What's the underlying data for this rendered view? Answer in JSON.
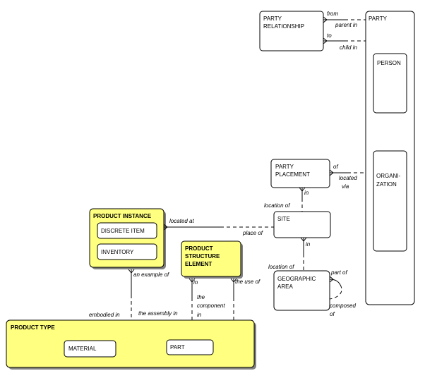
{
  "entities": {
    "party_relationship": [
      "PARTY",
      "RELATIONSHIP"
    ],
    "party": "PARTY",
    "person": "PERSON",
    "organization": [
      "ORGANI-",
      "ZATION"
    ],
    "party_placement": [
      "PARTY",
      "PLACEMENT"
    ],
    "site": "SITE",
    "geographic_area": [
      "GEOGRAPHIC",
      "AREA"
    ],
    "product_instance": "PRODUCT INSTANCE",
    "discrete_item": "DISCRETE ITEM",
    "inventory": "INVENTORY",
    "product_structure_element": [
      "PRODUCT",
      "STRUCTURE",
      "ELEMENT"
    ],
    "product_type": "PRODUCT TYPE",
    "material": "MATERIAL",
    "part": "PART"
  },
  "relationships": {
    "from": "from",
    "parent_in": "parent in",
    "to": "to",
    "child_in": "child in",
    "of": "of",
    "located_via": [
      "located",
      "via"
    ],
    "in_placement": "in",
    "location_of_site": "location of",
    "located_at": "located at",
    "place_of": "place of",
    "in_site": "in",
    "location_of_geo": "location of",
    "part_of": "part of",
    "composed_of": [
      "composed",
      "of"
    ],
    "an_example_of": "an example of",
    "in_pse": "in",
    "the_use_of": "the use of",
    "the_component_in": [
      "the",
      "component",
      "in"
    ],
    "embodied_in": "embodied in",
    "the_assembly_in": "the assembly in"
  }
}
